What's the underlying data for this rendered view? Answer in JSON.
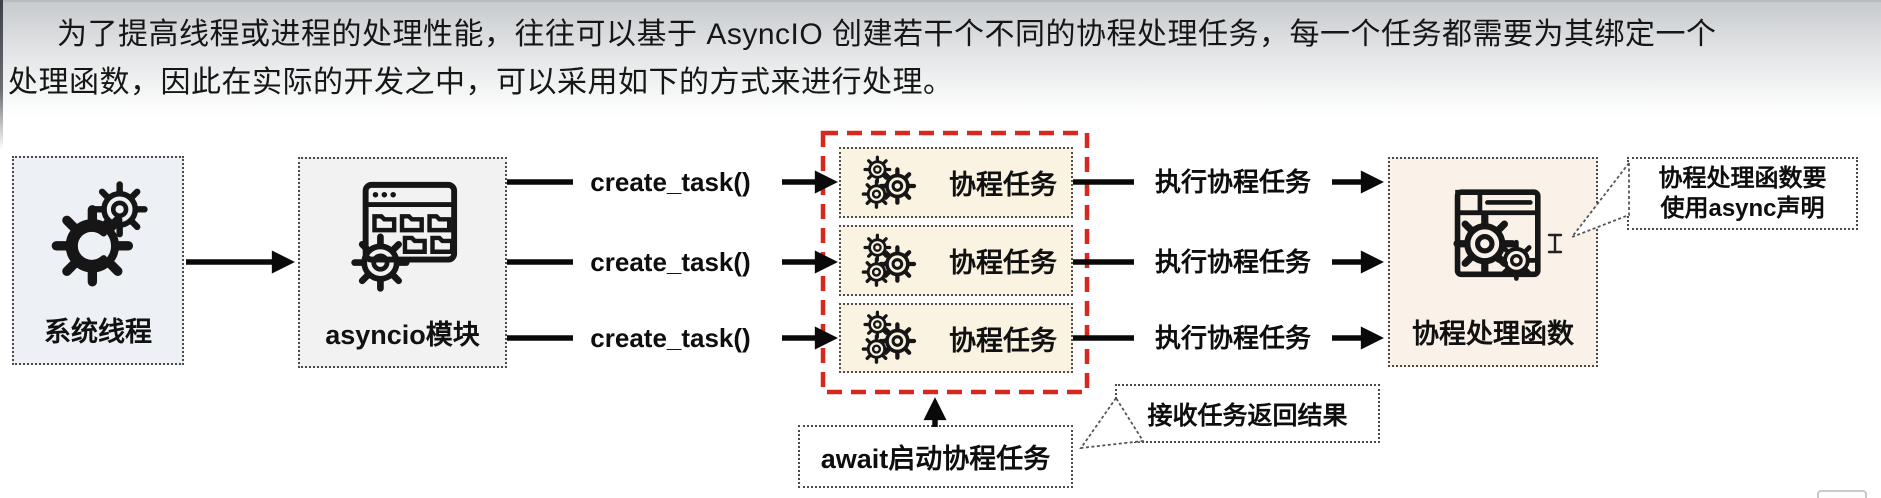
{
  "paragraph": {
    "line1": "为了提高线程或进程的处理性能，往往可以基于 AsyncIO 创建若干个不同的协程处理任务，每一个任务都需要为其绑定一个",
    "line2": "处理函数，因此在实际的开发之中，可以采用如下的方式来进行处理。"
  },
  "diagram": {
    "system_thread": {
      "label": "系统线程"
    },
    "asyncio_module": {
      "label": "asyncio模块"
    },
    "rows": [
      {
        "create_label": "create_task()",
        "task_label": "协程任务",
        "exec_label": "执行协程任务"
      },
      {
        "create_label": "create_task()",
        "task_label": "协程任务",
        "exec_label": "执行协程任务"
      },
      {
        "create_label": "create_task()",
        "task_label": "协程任务",
        "exec_label": "执行协程任务"
      }
    ],
    "handler": {
      "label": "协程处理函数"
    },
    "async_callout": {
      "line1": "协程处理函数要",
      "line2": "使用async声明"
    },
    "receive_callout": {
      "label": "接收任务返回结果"
    },
    "await_note": {
      "label": "await启动协程任务"
    },
    "icons": [
      "gears-icon",
      "module-window-icon",
      "task-gears-icon",
      "handler-window-icon",
      "text-cursor-icon"
    ]
  },
  "colors": {
    "red_dashed_border": "#d8271c",
    "task_box_bg": "#faf3e2",
    "handler_box_bg": "#faf1e9",
    "system_box_bg": "#edf1f5",
    "asyncio_box_bg": "#f2f2f2",
    "arrow": "#0a0a0a"
  }
}
